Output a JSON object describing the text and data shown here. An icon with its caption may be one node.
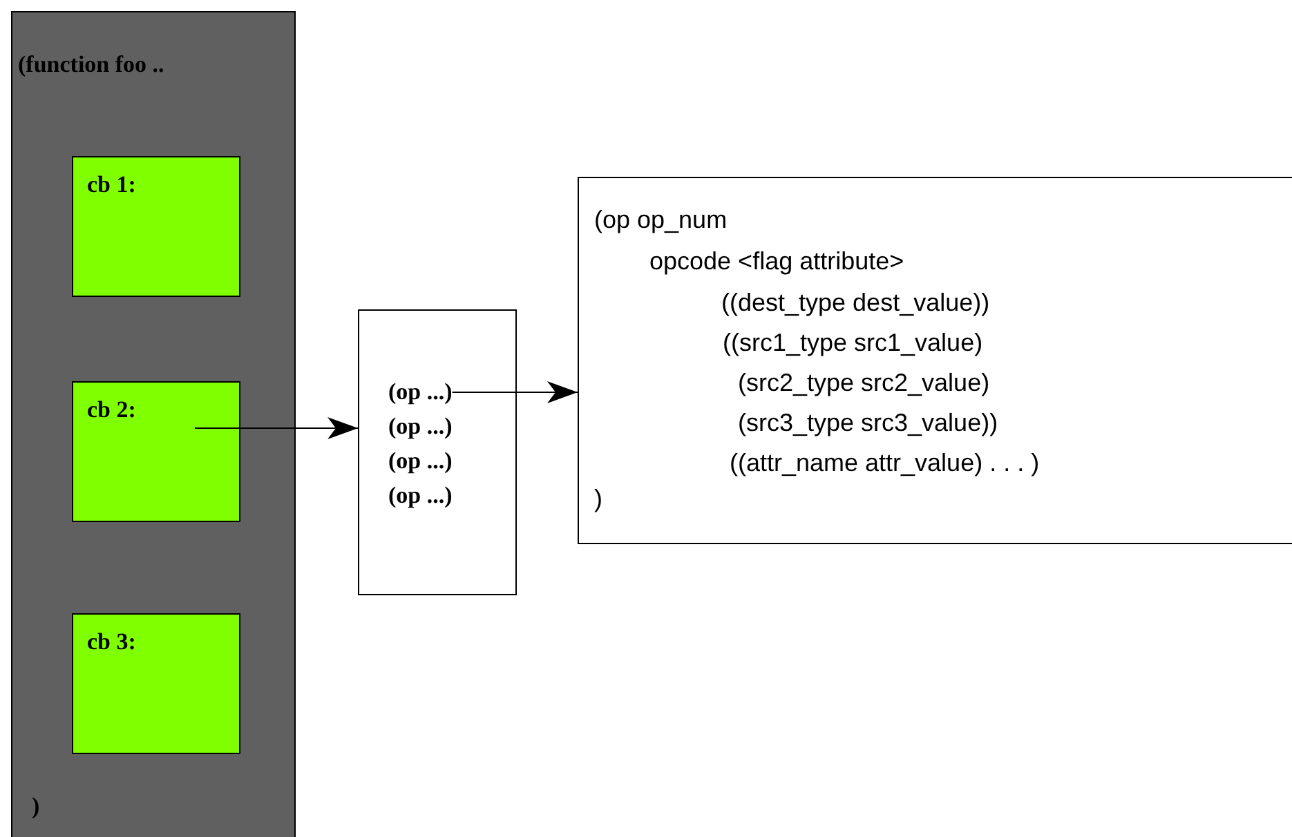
{
  "diagram": {
    "nodes": [
      {
        "text": [
          "(function foo ..",
          ")"
        ]
      },
      {
        "text": [
          "cb 1:"
        ],
        "in": 0
      },
      {
        "text": [
          "cb 2:"
        ],
        "in": 0
      },
      {
        "text": [
          "cb 3:"
        ],
        "in": 0
      },
      {
        "text": [],
        "shape": "box"
      },
      {
        "text": [
          "(op ...)"
        ],
        "in": 4
      },
      {
        "text": [
          "(op ...)"
        ],
        "in": 4
      },
      {
        "text": [
          "(op ...)"
        ],
        "in": 4
      },
      {
        "text": [
          "(op ...)"
        ],
        "in": 4
      },
      {
        "text": [
          "(op op_num",
          "opcode <flag attribute>",
          "((dest_type dest_value))",
          "((src1_type src1_value)",
          "(src2_type src2_value)",
          "(src3_type src3_value))",
          "((attr_name attr_value) . . . )",
          ")"
        ]
      }
    ],
    "edges": [
      {
        "from": 2,
        "to": 4,
        "arrow": "to"
      },
      {
        "from": 5,
        "to": 9,
        "arrow": "to"
      }
    ]
  }
}
